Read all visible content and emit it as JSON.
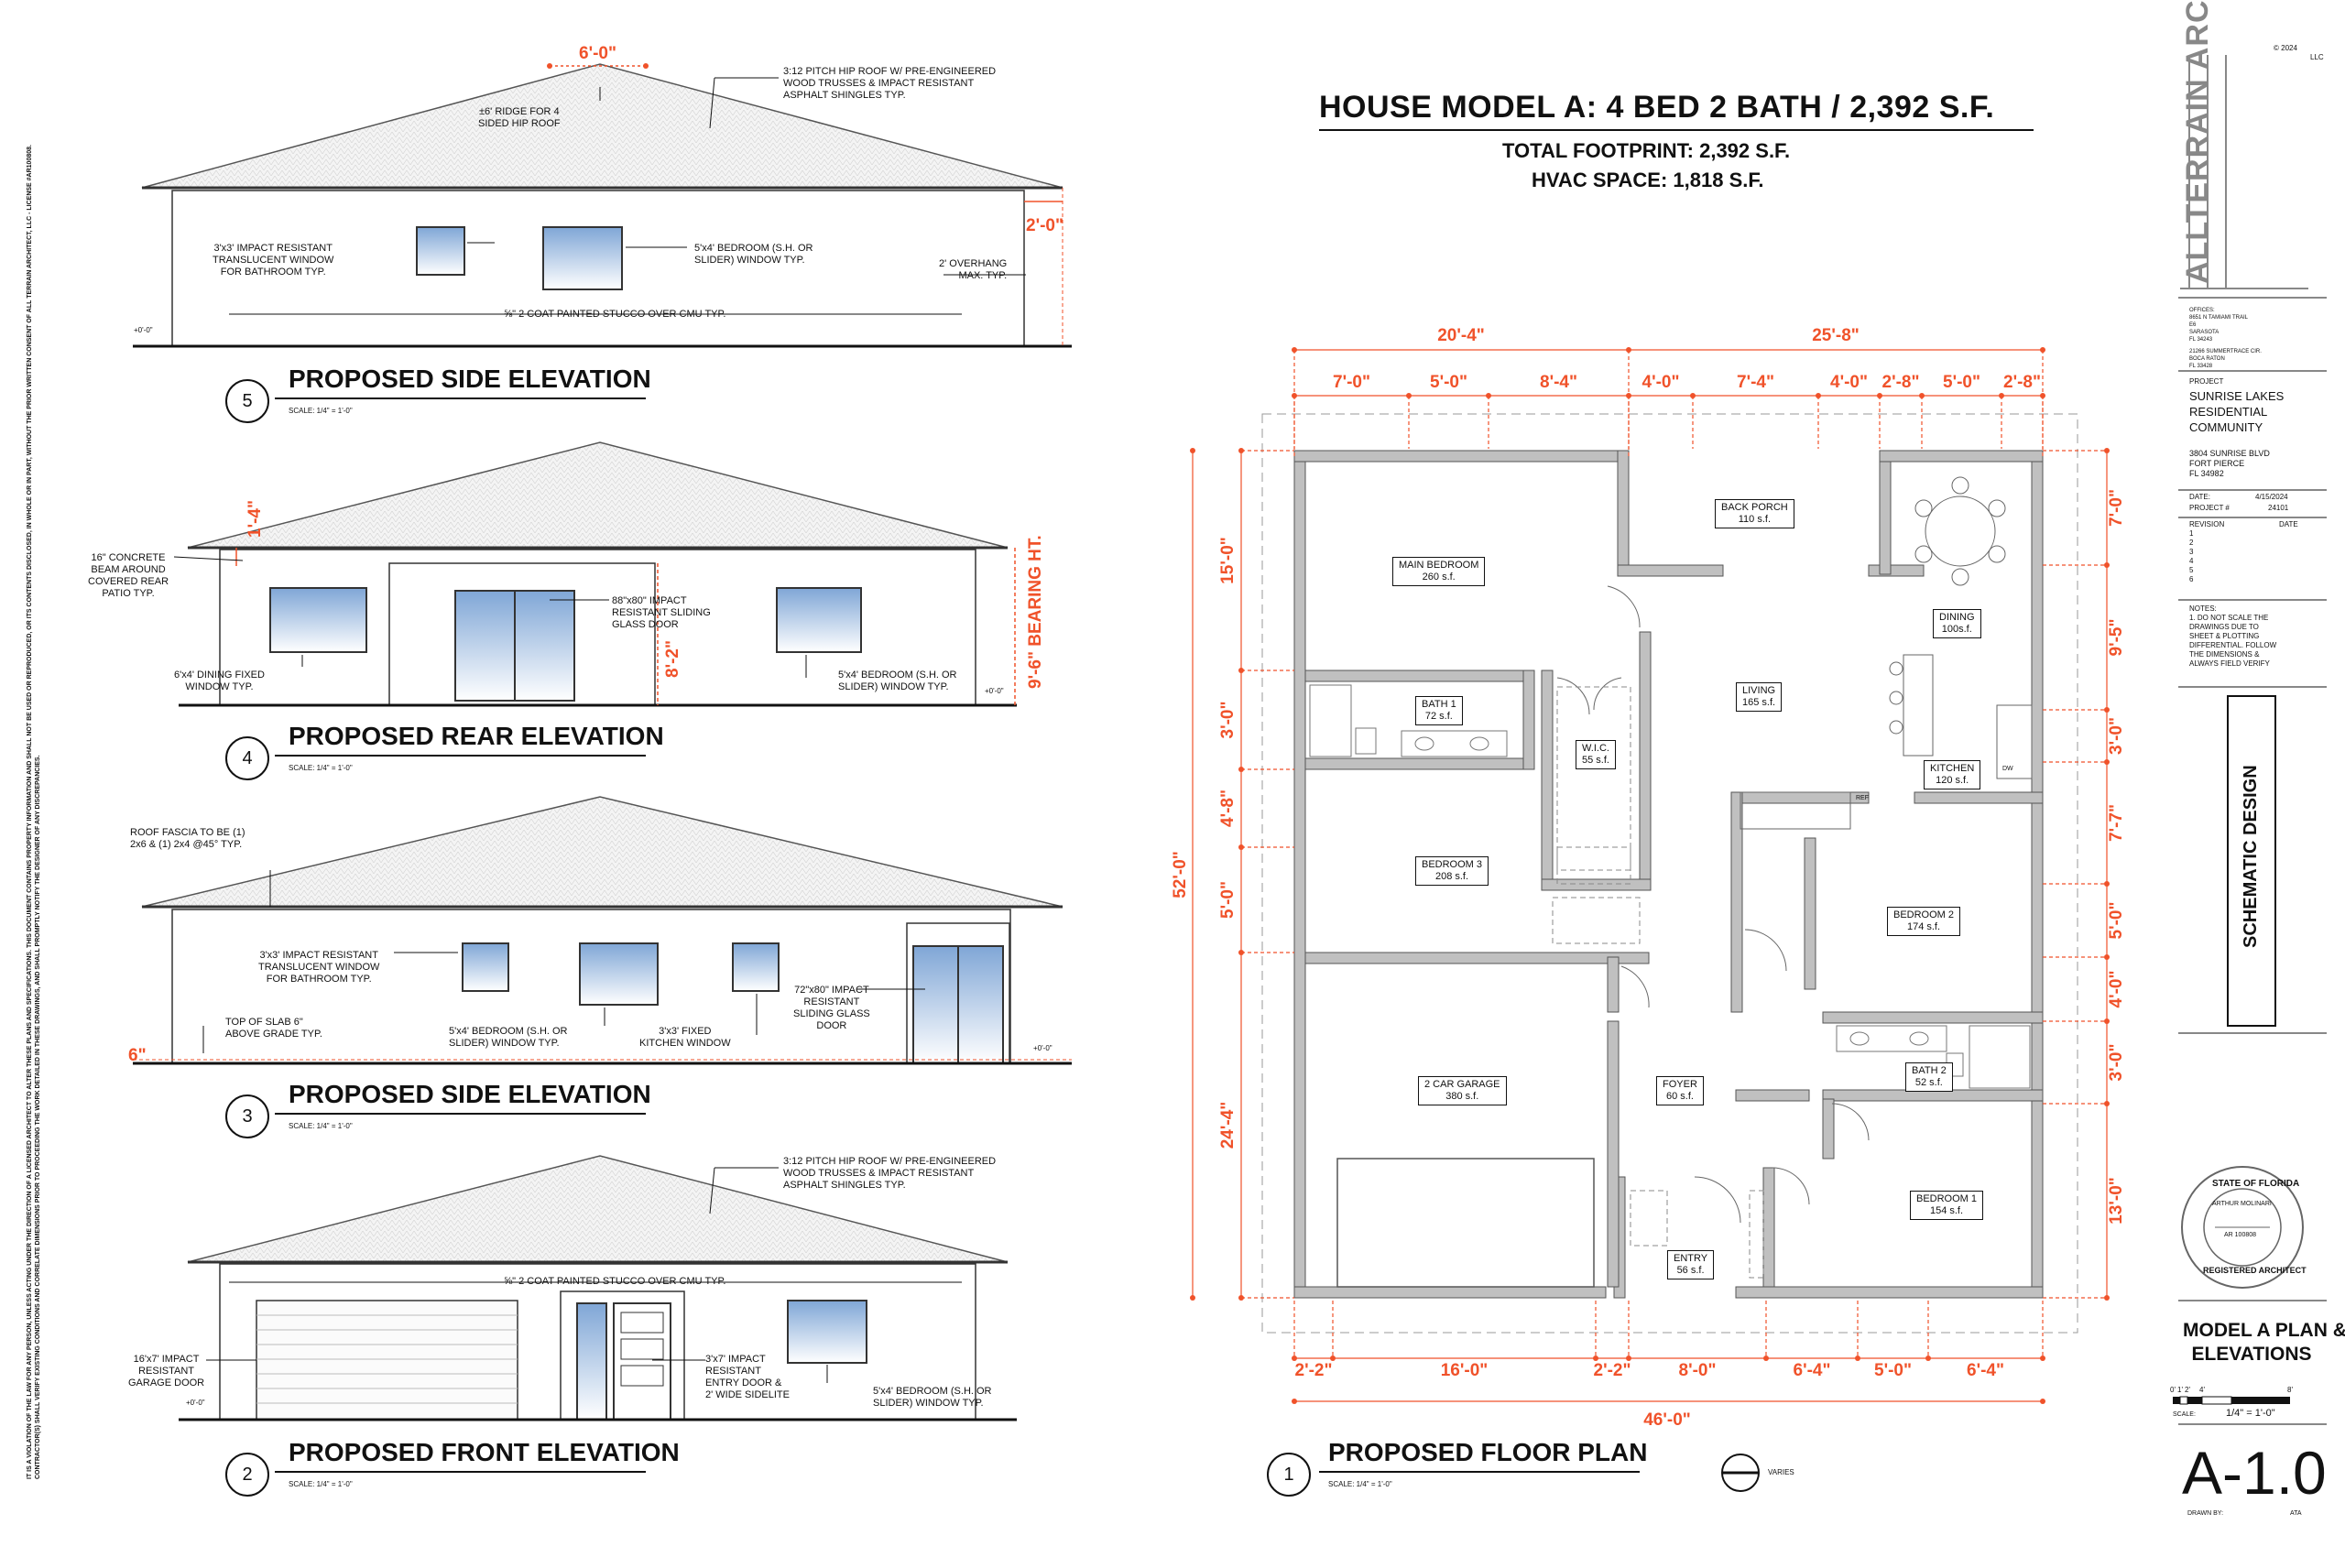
{
  "header": {
    "main_title": "HOUSE MODEL A: 4 BED 2 BATH / 2,392 S.F.",
    "footprint": "TOTAL FOOTPRINT: 2,392 S.F.",
    "hvac": "HVAC SPACE: 1,818 S.F."
  },
  "side_note": "IT IS A VIOLATION OF THE LAW FOR ANY PERSON, UNLESS ACTING UNDER THE DIRECTION OF A LICENSED ARCHITECT TO ALTER THESE PLANS AND SPECIFICATIONS. THIS DOCUMENT CONTAINS PROPERTY INFORMATION AND SHALL NOT BE USED OR REPRODUCED, OR ITS CONTENTS DISCLOSED, IN WHOLE OR IN PART, WITHOUT THE PRIOR WRITTEN CONSENT OF ALL TERRAIN ARCHITECT, LLC - LICENSE #AR100808. CONTRACTOR(S) SHALL VERIFY EXISTING CONDITIONS AND CORRELATE DIMENSIONS PRIOR TO PROCEEDING THE WORK DETAILED IN THESE DRAWINGS, AND SHALL PROMPTLY NOTIFY THE DESIGNER OF ANY DISCREPANCIES.",
  "elevations": {
    "side5": {
      "number": "5",
      "title": "PROPOSED SIDE ELEVATION",
      "scale": "SCALE: 1/4\" = 1'-0\"",
      "dim_top": "6'-0\"",
      "dim_right": "2'-0\"",
      "grade": "+0'-0\"",
      "notes": {
        "roof": "3:12 PITCH HIP ROOF W/ PRE-ENGINEERED\nWOOD TRUSSES & IMPACT RESISTANT\nASPHALT SHINGLES TYP.",
        "ridge": "±6' RIDGE FOR 4\nSIDED HIP ROOF",
        "bathwin": "3'x3' IMPACT RESISTANT\nTRANSLUCENT WINDOW\nFOR BATHROOM TYP.",
        "bedwin": "5'x4' BEDROOM (S.H. OR\nSLIDER) WINDOW TYP.",
        "overhang": "2' OVERHANG\nMAX. TYP.",
        "stucco": "⅝\" 2 COAT PAINTED STUCCO OVER CMU TYP."
      }
    },
    "rear4": {
      "number": "4",
      "title": "PROPOSED REAR ELEVATION",
      "scale": "SCALE: 1/4\" = 1'-0\"",
      "dim_beam": "1'-4\"",
      "dim_door": "8'-2\"",
      "dim_bearing": "9'-6\" BEARING HT.",
      "grade": "+0'-0\"",
      "notes": {
        "beam": "16\" CONCRETE\nBEAM AROUND\nCOVERED REAR\nPATIO TYP.",
        "slider": "88\"x80\" IMPACT\nRESISTANT SLIDING\nGLASS DOOR",
        "dining": "6'x4' DINING FIXED\nWINDOW TYP.",
        "bedwin": "5'x4' BEDROOM (S.H. OR\nSLIDER) WINDOW TYP."
      }
    },
    "side3": {
      "number": "3",
      "title": "PROPOSED SIDE ELEVATION",
      "scale": "SCALE: 1/4\" = 1'-0\"",
      "dim_slab": "6\"",
      "grade": "+0'-0\"",
      "notes": {
        "fascia": "ROOF FASCIA TO BE (1)\n2x6 & (1) 2x4 @45° TYP.",
        "bathwin": "3'x3' IMPACT RESISTANT\nTRANSLUCENT WINDOW\nFOR BATHROOM TYP.",
        "slab": "TOP OF SLAB 6\"\nABOVE GRADE TYP.",
        "bedwin": "5'x4' BEDROOM (S.H. OR\nSLIDER) WINDOW TYP.",
        "kitchen": "3'x3' FIXED\nKITCHEN WINDOW",
        "slider": "72\"x80\" IMPACT\nRESISTANT\nSLIDING GLASS\nDOOR"
      }
    },
    "front2": {
      "number": "2",
      "title": "PROPOSED FRONT ELEVATION",
      "scale": "SCALE: 1/4\" = 1'-0\"",
      "grade": "+0'-0\"",
      "notes": {
        "roof": "3:12 PITCH HIP ROOF W/ PRE-ENGINEERED\nWOOD TRUSSES & IMPACT RESISTANT\nASPHALT SHINGLES TYP.",
        "stucco": "⅝\" 2 COAT PAINTED STUCCO OVER CMU TYP.",
        "garage": "16'x7' IMPACT\nRESISTANT\nGARAGE DOOR",
        "entry": "3'x7' IMPACT\nRESISTANT\nENTRY DOOR &\n2' WIDE SIDELITE",
        "bedwin": "5'x4' BEDROOM (S.H. OR\nSLIDER) WINDOW TYP."
      }
    }
  },
  "floor_plan": {
    "number": "1",
    "title": "PROPOSED FLOOR PLAN",
    "scale": "SCALE: 1/4\" = 1'-0\"",
    "varies": "VARIES",
    "dims_top_overall": [
      "20'-4\"",
      "25'-8\""
    ],
    "dims_top": [
      "7'-0\"",
      "5'-0\"",
      "8'-4\"",
      "4'-0\"",
      "7'-4\"",
      "4'-0\"",
      "2'-8\"",
      "5'-0\"",
      "2'-8\""
    ],
    "dims_bottom": [
      "2'-2\"",
      "16'-0\"",
      "2'-2\"",
      "8'-0\"",
      "6'-4\"",
      "5'-0\"",
      "6'-4\""
    ],
    "dim_bottom_overall": "46'-0\"",
    "dims_left": [
      "15'-0\"",
      "3'-0\"",
      "4'-8\"",
      "5'-0\"",
      "24'-4\""
    ],
    "dim_left_overall": "52'-0\"",
    "dims_right": [
      "7'-0\"",
      "9'-5\"",
      "3'-0\"",
      "7'-7\"",
      "5'-0\"",
      "4'-0\"",
      "3'-0\"",
      "13'-0\""
    ],
    "rooms": {
      "main_bedroom": {
        "name": "MAIN BEDROOM",
        "area": "260 s.f."
      },
      "back_porch": {
        "name": "BACK PORCH",
        "area": "110 s.f."
      },
      "dining": {
        "name": "DINING",
        "area": "100s.f."
      },
      "bath1": {
        "name": "BATH 1",
        "area": "72 s.f."
      },
      "wic": {
        "name": "W.I.C.",
        "area": "55 s.f."
      },
      "living": {
        "name": "LIVING",
        "area": "165 s.f."
      },
      "kitchen": {
        "name": "KITCHEN",
        "area": "120 s.f."
      },
      "bedroom3": {
        "name": "BEDROOM 3",
        "area": "208 s.f."
      },
      "bedroom2": {
        "name": "BEDROOM 2",
        "area": "174 s.f."
      },
      "garage": {
        "name": "2 CAR GARAGE",
        "area": "380 s.f."
      },
      "foyer": {
        "name": "FOYER",
        "area": "60 s.f."
      },
      "bath2": {
        "name": "BATH 2",
        "area": "52 s.f."
      },
      "bedroom1": {
        "name": "BEDROOM 1",
        "area": "154 s.f."
      },
      "entry": {
        "name": "ENTRY",
        "area": "56 s.f."
      }
    },
    "labels": {
      "ref": "REF",
      "dw": "DW"
    }
  },
  "title_block": {
    "copyright": "© 2024",
    "logo_text": "ALLTERRAIN ARCHITECT",
    "logo_llc": "LLC",
    "offices_label": "OFFICES:",
    "office1": "8651 N TAMIAMI TRAIL\nE6\nSARASOTA\nFL 34243",
    "office2": "21266 SUMMERTRACE CIR.\nBOCA RATON\nFL 33428",
    "project_label": "PROJECT",
    "project_name": "SUNRISE LAKES\nRESIDENTIAL\nCOMMUNITY",
    "address": "3804 SUNRISE BLVD\nFORT PIERCE\nFL 34982",
    "date_label": "DATE:",
    "date_value": "4/15/2024",
    "project_no_label": "PROJECT #",
    "project_no": "24101",
    "revision_label": "REVISION",
    "revision_date_label": "DATE",
    "revisions": [
      "1",
      "2",
      "3",
      "4",
      "5",
      "6"
    ],
    "notes_label": "NOTES:",
    "notes_text": "1. DO NOT SCALE THE\nDRAWINGS DUE TO\nSHEET & PLOTTING\nDIFFERENTIAL. FOLLOW\nTHE DIMENSIONS &\nALWAYS FIELD VERIFY",
    "phase": "SCHEMATIC DESIGN",
    "seal": {
      "top": "STATE OF FLORIDA",
      "name": "ARTHUR MOLINARI",
      "number": "AR 100808",
      "bottom": "REGISTERED ARCHITECT"
    },
    "sheet_title": "MODEL A PLAN &\nELEVATIONS",
    "scale_ticks": [
      "0'",
      "1'",
      "2'",
      "4'",
      "8'"
    ],
    "scale_label": "SCALE:",
    "scale_value": "1/4\" = 1'-0\"",
    "sheet_number": "A-1.0",
    "drawn_by_label": "DRAWN BY:",
    "drawn_by": "ATA"
  },
  "colors": {
    "dim": "#f0522a",
    "wall": "#b8b8b8",
    "glass_top": "#7fa6d6",
    "glass_bottom": "#ffffff",
    "line": "#111111"
  }
}
